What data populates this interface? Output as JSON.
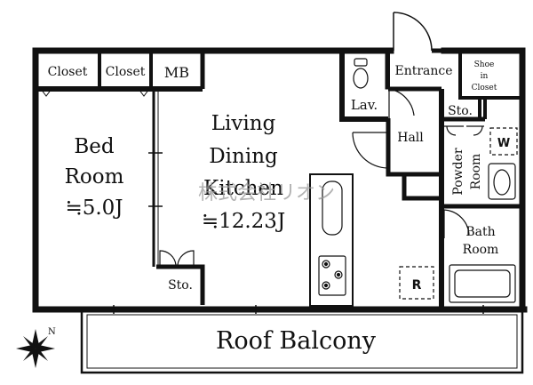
{
  "rooms": {
    "closet_1": "Closet",
    "closet_2": "Closet",
    "mb": "MB",
    "lav": "Lav.",
    "entrance": "Entrance",
    "shoe_closet": [
      "Shoe",
      "in",
      "Closet"
    ],
    "storage_top": "Sto.",
    "hall": "Hall",
    "powder_room": [
      "Powder",
      "Room"
    ],
    "washer_mark": "W",
    "bed_room": [
      "Bed",
      "Room",
      "≒5.0J"
    ],
    "ldk": [
      "Living",
      "Dining",
      "Kitchen",
      "≒12.23J"
    ],
    "bath_room": [
      "Bath",
      "Room"
    ],
    "refrigerator_mark": "R",
    "storage_bottom": "Sto.",
    "roof_balcony": "Roof Balcony"
  },
  "watermark": "株式会社リオン",
  "compass": {
    "icon": "north-arrow",
    "label": "N"
  }
}
